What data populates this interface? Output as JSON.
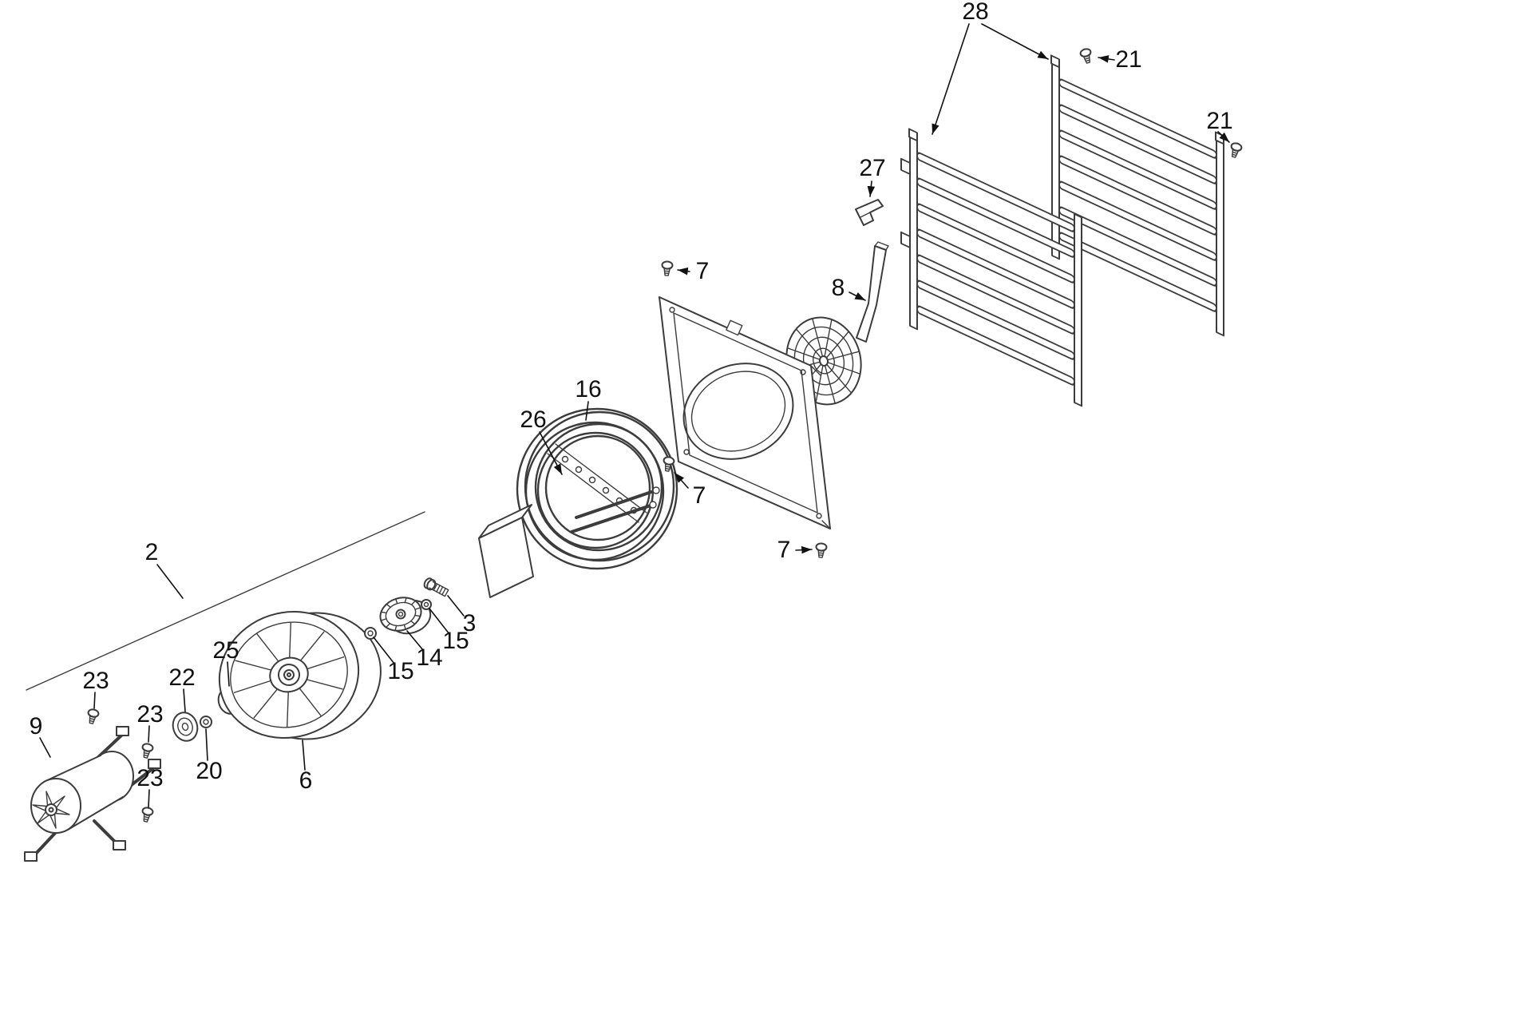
{
  "diagram": {
    "kind": "exploded-parts-diagram",
    "subject": "heater and blower assembly exploded view with drying racks",
    "background": "#ffffff",
    "line_color": "#3c3c3c",
    "label_color": "#111111"
  },
  "callouts": {
    "c28": {
      "text": "28"
    },
    "c21a": {
      "text": "21"
    },
    "c21b": {
      "text": "21"
    },
    "c27": {
      "text": "27"
    },
    "c8": {
      "text": "8"
    },
    "c7a": {
      "text": "7"
    },
    "c7b": {
      "text": "7"
    },
    "c7c": {
      "text": "7"
    },
    "c16": {
      "text": "16"
    },
    "c26": {
      "text": "26"
    },
    "c2": {
      "text": "2"
    },
    "c3": {
      "text": "3"
    },
    "c15a": {
      "text": "15"
    },
    "c14": {
      "text": "14"
    },
    "c15b": {
      "text": "15"
    },
    "c25": {
      "text": "25"
    },
    "c22": {
      "text": "22"
    },
    "c23a": {
      "text": "23"
    },
    "c23b": {
      "text": "23"
    },
    "c23c": {
      "text": "23"
    },
    "c20": {
      "text": "20"
    },
    "c6": {
      "text": "6"
    },
    "c9": {
      "text": "9"
    }
  }
}
